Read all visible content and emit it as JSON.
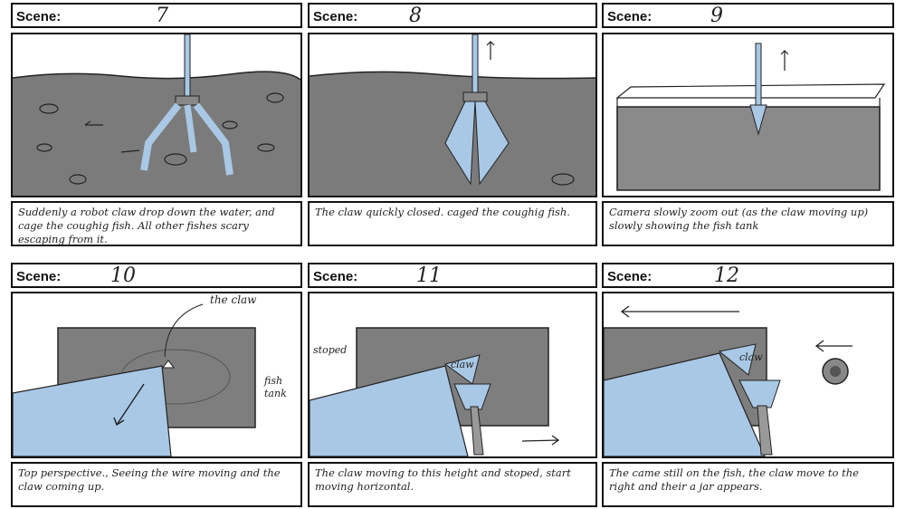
{
  "scene_label": "Scene:",
  "panels": [
    {
      "number": "7",
      "caption": "Suddenly a robot claw drop down the water, and cage the coughig fish. All other fishes scary escaping from it."
    },
    {
      "number": "8",
      "caption": "The claw quickly closed. caged the coughig fish."
    },
    {
      "number": "9",
      "caption": "Camera slowly zoom out (as the claw moving up) slowly showing the fish tank"
    },
    {
      "number": "10",
      "caption": "Top perspective., Seeing the wire moving and the claw coming up.",
      "annotations": {
        "claw": "the claw",
        "tank": "fish tank"
      }
    },
    {
      "number": "11",
      "caption": "The claw moving to this height and stoped, start moving horizontal.",
      "annotations": {
        "stop": "stoped",
        "claw": "claw"
      }
    },
    {
      "number": "12",
      "caption": "The came still on the fish, the claw move to the right and their a jar appears.",
      "annotations": {
        "claw": "claw"
      }
    }
  ],
  "colors": {
    "water": "#7b7b7b",
    "claw_blue": "#a9c8e6",
    "line": "#222222"
  }
}
